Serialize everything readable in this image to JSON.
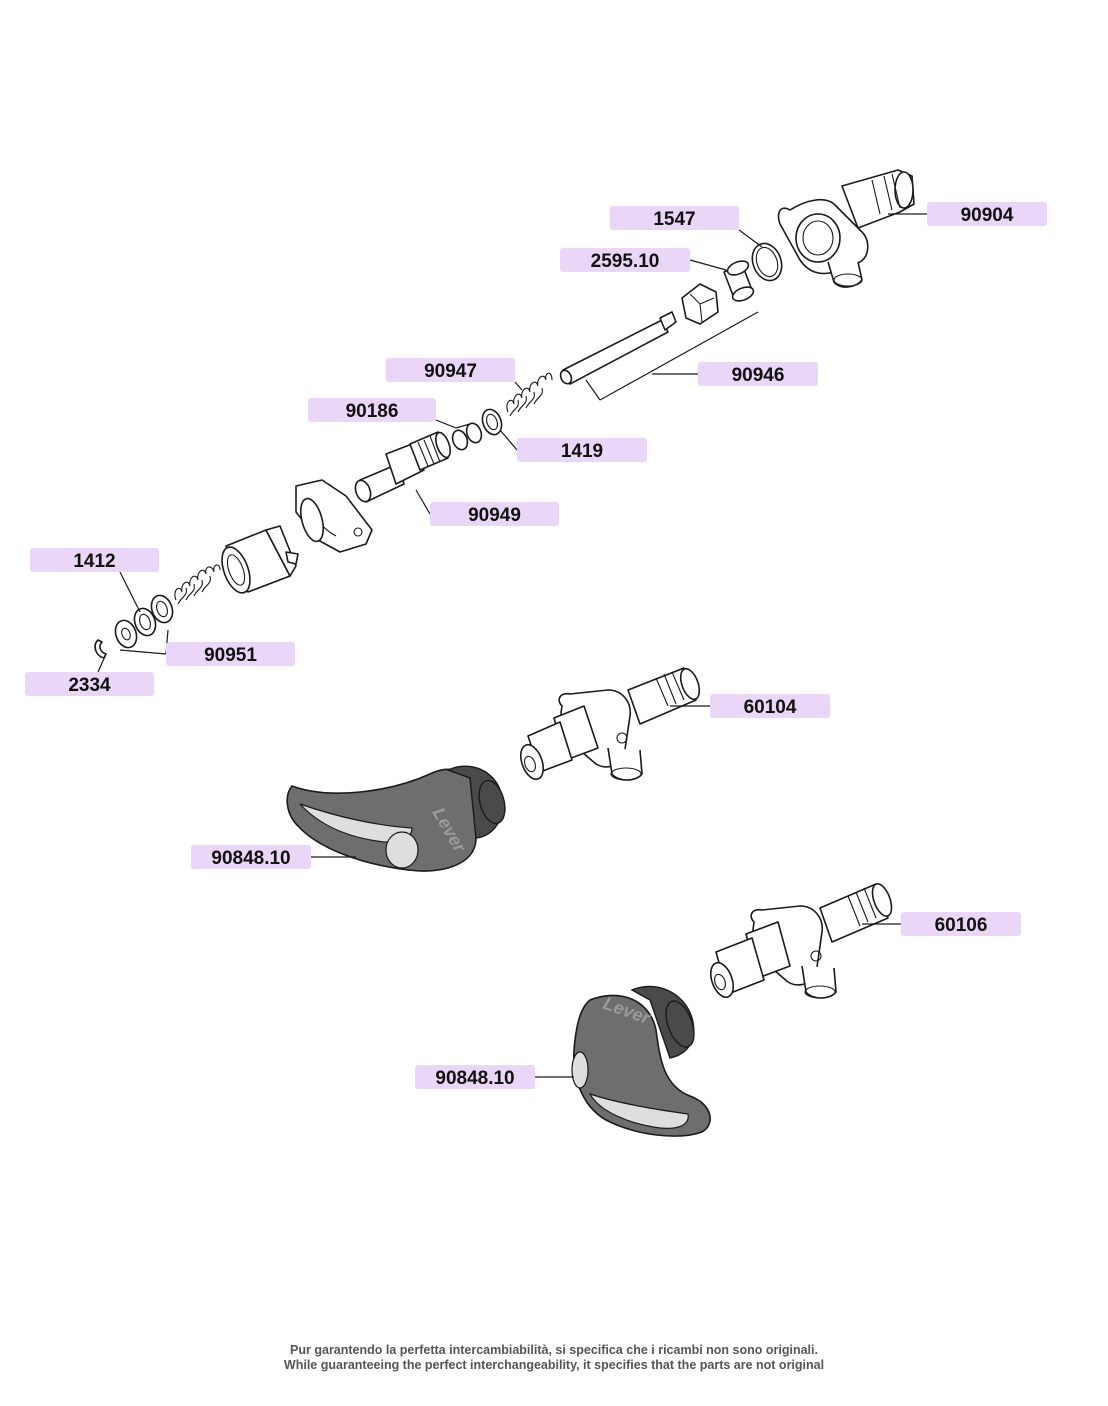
{
  "labels": {
    "p1547": "1547",
    "p90904": "90904",
    "p2595": "2595.10",
    "p90946": "90946",
    "p90947": "90947",
    "p90186": "90186",
    "p1419": "1419",
    "p90949": "90949",
    "p1412": "1412",
    "p90951": "90951",
    "p2334": "2334",
    "p60104": "60104",
    "p90848a": "90848.10",
    "p60106": "60106",
    "p90848b": "90848.10"
  },
  "handle_brand": "Lever",
  "footer": {
    "line_it": "Pur garantendo la perfetta intercambiabilità, si specifica che i ricambi non sono originali.",
    "line_en": "While guaranteeing the perfect interchangeability, it specifies that the parts are not original"
  },
  "colors": {
    "label_background": "#ead6f7",
    "handle": "#6e6e6e"
  }
}
